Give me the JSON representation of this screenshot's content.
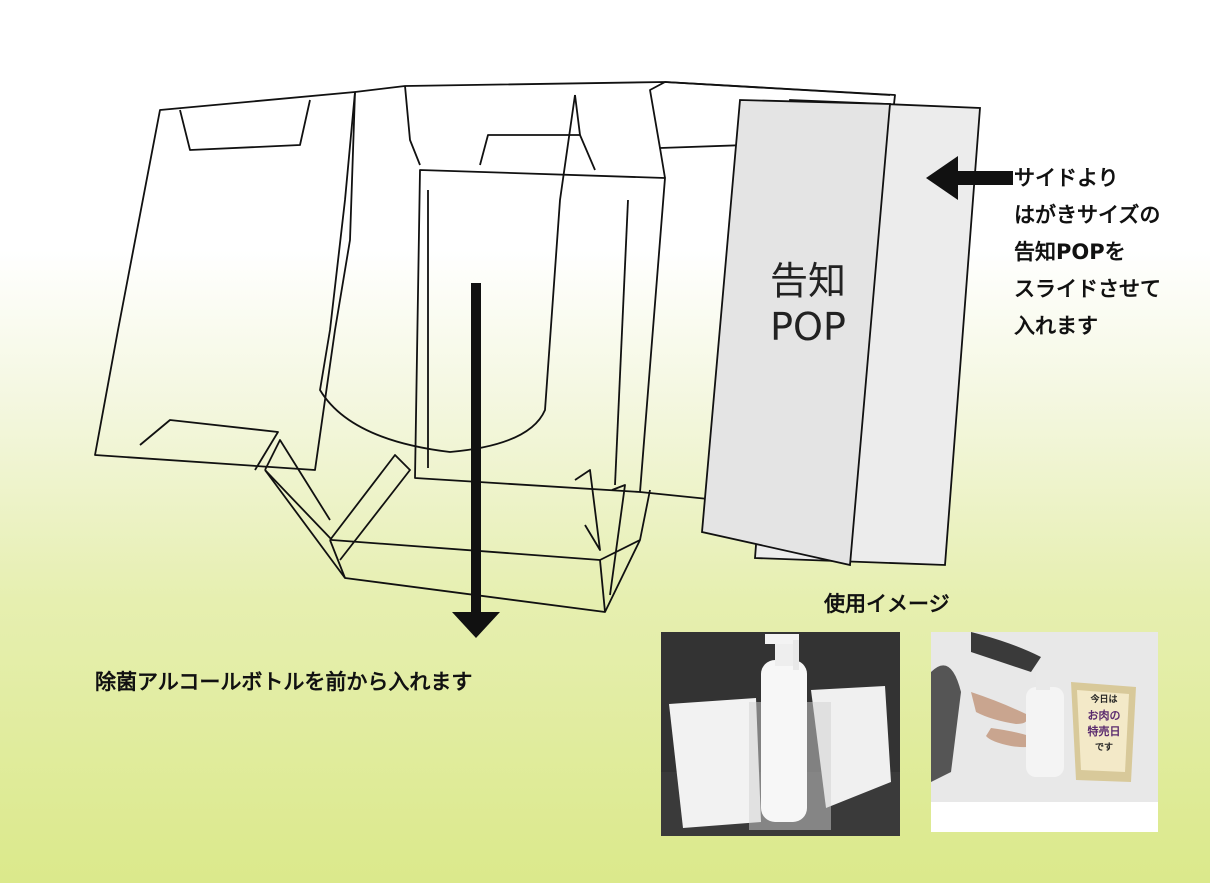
{
  "pop_card": {
    "line1": "告知",
    "line2": "POP"
  },
  "side_note": {
    "lines": [
      "サイドより",
      "はがきサイズの",
      "告知POPを",
      "スライドさせて",
      "入れます"
    ]
  },
  "bottle_instruction": "除菌アルコールボトルを前から入れます",
  "usage_title": "使用イメージ",
  "photo2_sign": {
    "line1": "今日は",
    "line2": "お肉の",
    "line3": "特売日",
    "line4": "です"
  },
  "colors": {
    "line": "#111111",
    "card": "#e6e6e6",
    "bg_bottom": "#dbe98b"
  }
}
